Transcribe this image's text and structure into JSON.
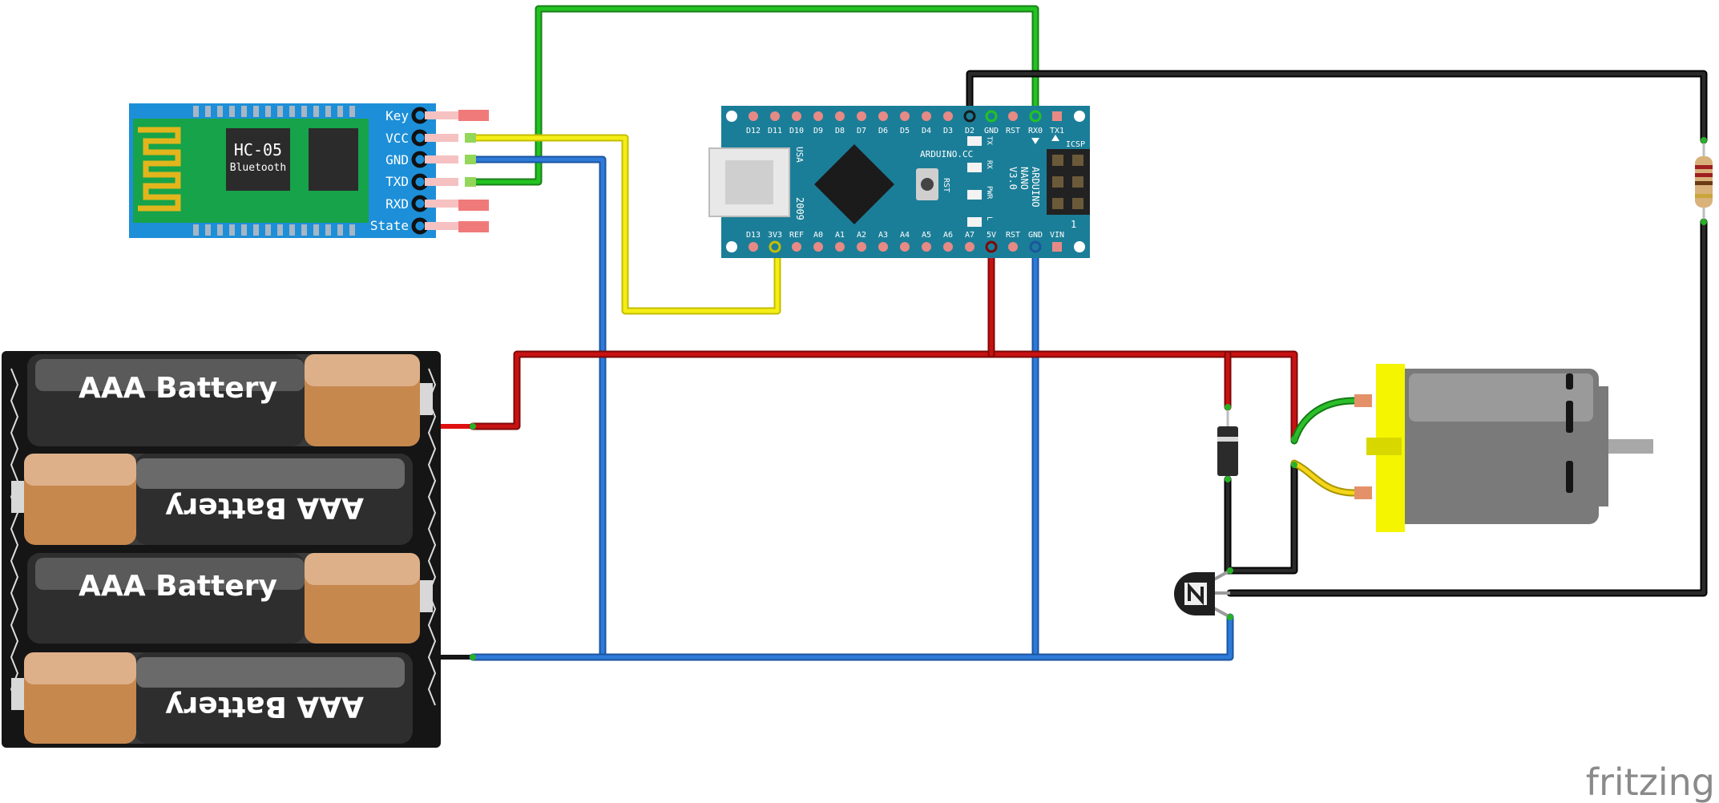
{
  "bluetooth_module": {
    "name": "HC-05",
    "subtitle": "Bluetooth",
    "pins": [
      "Key",
      "VCC",
      "GND",
      "TXD",
      "RXD",
      "State"
    ]
  },
  "arduino_nano": {
    "top_pins": [
      "D12",
      "D11",
      "D10",
      "D9",
      "D8",
      "D7",
      "D6",
      "D5",
      "D4",
      "D3",
      "D2",
      "GND",
      "RST",
      "RX0",
      "TX1"
    ],
    "bottom_pins": [
      "D13",
      "3V3",
      "REF",
      "A0",
      "A1",
      "A2",
      "A3",
      "A4",
      "A5",
      "A6",
      "A7",
      "5V",
      "RST",
      "GND",
      "VIN"
    ],
    "board_text": [
      "ARDUINO",
      "NANO",
      "V3.0"
    ],
    "brand_text": "ARDUINO.CC",
    "usa_text": "USA",
    "year_text": "2009",
    "rst_button_label": "RST",
    "led_labels": [
      "TX",
      "RX",
      "PWR",
      "L"
    ],
    "icsp_label": "ICSP",
    "pin1_label": "1"
  },
  "battery_pack": {
    "cells": [
      "AAA Battery",
      "AAA Battery",
      "AAA Battery",
      "AAA Battery"
    ]
  },
  "watermark": "fritzing",
  "colors": {
    "wire_green": "#22b722",
    "wire_yellow": "#f2ea14",
    "wire_blue": "#2e72d2",
    "wire_red": "#c40f0f",
    "wire_black": "#1c1c1c",
    "board_teal": "#1b7e98",
    "bt_blue": "#1c8fd6",
    "motor_yellow": "#f5f500",
    "motor_gray": "#777777"
  }
}
